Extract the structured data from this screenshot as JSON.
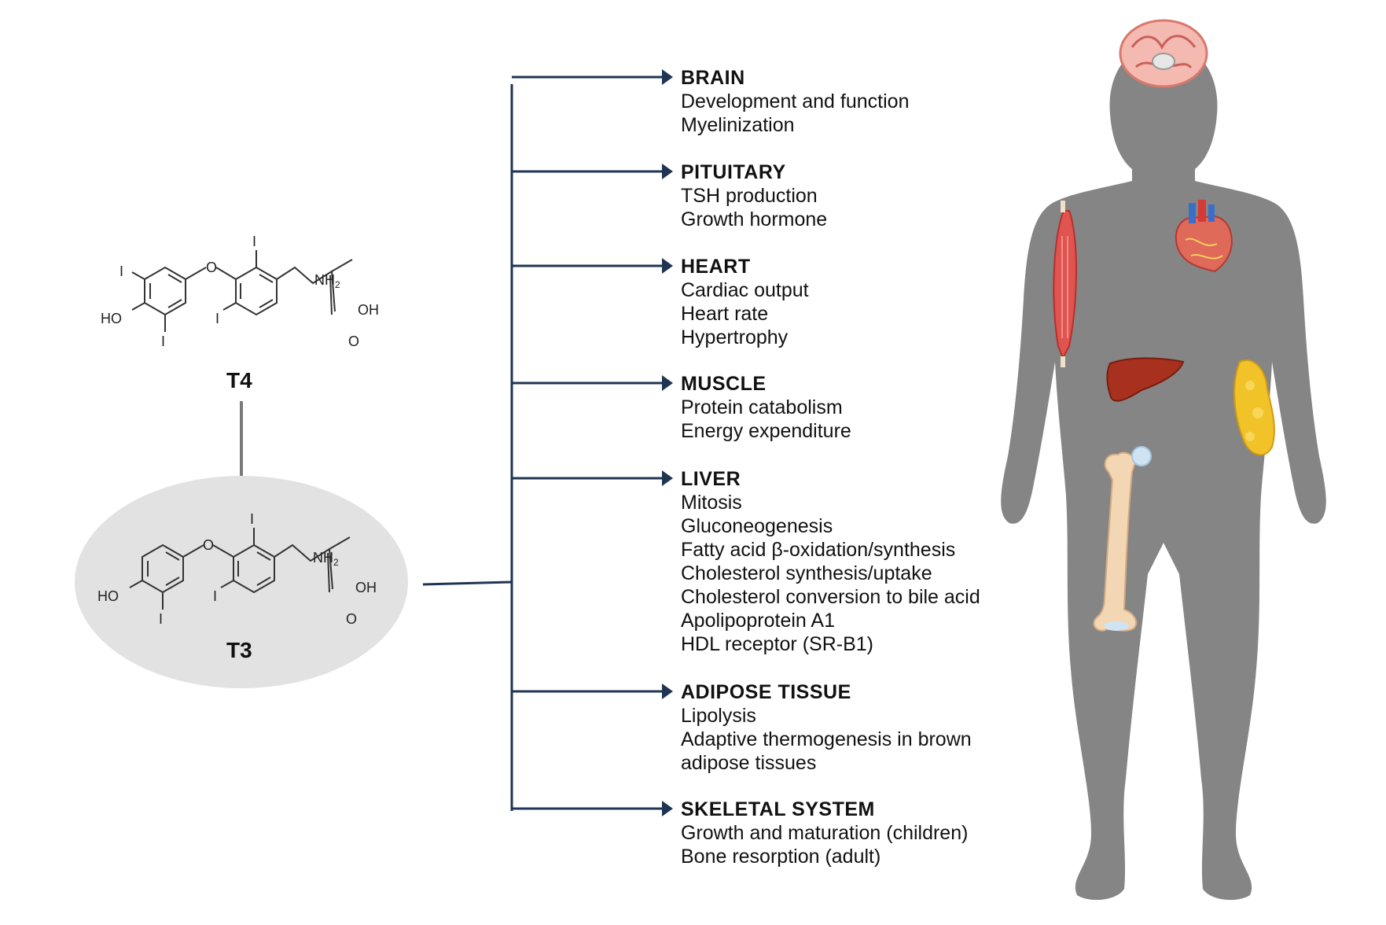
{
  "colors": {
    "connector": "#1f3553",
    "body_silhouette": "#858585",
    "t3_ellipse": "#e2e2e2",
    "t4_arrow": "#7a7a7a"
  },
  "molecules": {
    "t4": {
      "label": "T4",
      "atoms": {
        "i_left_top": "I",
        "ho": "HO",
        "i_left_bottom": "I",
        "o_bridge": "O",
        "i_right_top": "I",
        "i_right_bottom": "I",
        "nh2": "NH",
        "nh2_sub": "2",
        "oh": "OH",
        "o_carbonyl": "O"
      }
    },
    "t3": {
      "label": "T3",
      "atoms": {
        "ho": "HO",
        "i_left_bottom": "I",
        "o_bridge": "O",
        "i_right_top": "I",
        "i_right_bottom": "I",
        "nh2": "NH",
        "nh2_sub": "2",
        "oh": "OH",
        "o_carbonyl": "O"
      }
    }
  },
  "organs": [
    {
      "title": "BRAIN",
      "items": [
        "Development and function",
        "Myelinization"
      ]
    },
    {
      "title": "PITUITARY",
      "items": [
        "TSH production",
        "Growth hormone"
      ]
    },
    {
      "title": "HEART",
      "items": [
        "Cardiac output",
        "Heart rate",
        "Hypertrophy"
      ]
    },
    {
      "title": "MUSCLE",
      "items": [
        "Protein catabolism",
        "Energy expenditure"
      ]
    },
    {
      "title": "LIVER",
      "items": [
        "Mitosis",
        "Gluconeogenesis",
        "Fatty acid β-oxidation/synthesis",
        "Cholesterol synthesis/uptake",
        "Cholesterol conversion to bile acid",
        "Apolipoprotein A1",
        "HDL receptor (SR-B1)"
      ]
    },
    {
      "title": "ADIPOSE TISSUE",
      "items": [
        "Lipolysis",
        "Adaptive thermogenesis in brown",
        "adipose tissues"
      ]
    },
    {
      "title": "SKELETAL SYSTEM",
      "items": [
        "Growth and maturation (children)",
        "Bone resorption (adult)"
      ]
    }
  ],
  "body_figure": {
    "organ_icons": [
      "brain-icon",
      "heart-icon",
      "muscle-icon",
      "liver-icon",
      "adipose-icon",
      "femur-bone-icon"
    ]
  }
}
